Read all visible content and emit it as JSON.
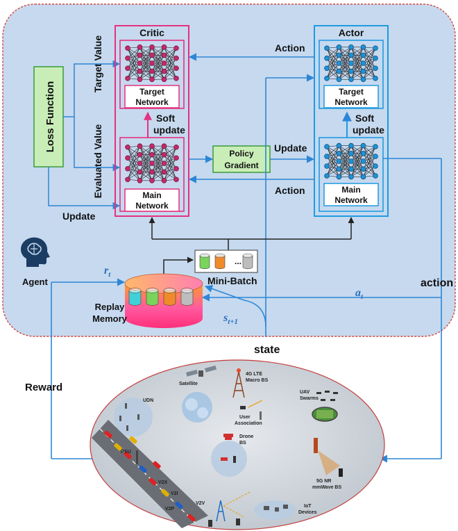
{
  "critic": {
    "title": "Critic",
    "target_network": [
      "Target",
      "Network"
    ],
    "main_network": [
      "Main",
      "Network"
    ],
    "soft_update": [
      "Soft",
      "update"
    ],
    "target_value": "Target Value",
    "evaluated_value": "Evaluated Value"
  },
  "actor": {
    "title": "Actor",
    "target_network": [
      "Target",
      "Network"
    ],
    "main_network": [
      "Main",
      "Network"
    ],
    "soft_update": [
      "Soft",
      "update"
    ]
  },
  "loss_function": "Loss Function",
  "policy_gradient": [
    "Policy",
    "Gradient"
  ],
  "labels": {
    "action_top": "Action",
    "update_mid": "Update",
    "action_mid": "Action",
    "update_left": "Update",
    "agent": "Agent",
    "mini_batch": "Mini-Batch",
    "mini_batch_dots": "...",
    "replay_memory": [
      "Replay",
      "Memory"
    ],
    "reward": "Reward",
    "state": "state",
    "action_right": "action"
  },
  "math": {
    "r": "r",
    "r_sub": "t",
    "s": "s",
    "s_sub": "t+1",
    "a": "a",
    "a_sub": "t"
  },
  "environment": {
    "satellite": "Satellite",
    "macro_bs": [
      "4G LTE",
      "Macro BS"
    ],
    "uav": [
      "UAV",
      "Swarms"
    ],
    "udn": "UDN",
    "user_association": [
      "User",
      "Association"
    ],
    "drone_bs": [
      "Drone",
      "BS"
    ],
    "rsu": "RSU",
    "nr_bs": [
      "5G NR",
      "mmWave BS"
    ],
    "iot": [
      "IoT",
      "Devices"
    ],
    "v2i": "V2I",
    "v2v": "V2V",
    "v2p": "V2P",
    "v2x": "V2X"
  },
  "colors": {
    "panel_bg": "#c6d9ef",
    "panel_border": "#d0463f",
    "critic": "#e4317f",
    "actor": "#1f9be0",
    "arrow": "#2d86d6",
    "loss_fill": "#c9edb7",
    "loss_border": "#3a9a3a",
    "env_fill": "#cfd4da"
  }
}
